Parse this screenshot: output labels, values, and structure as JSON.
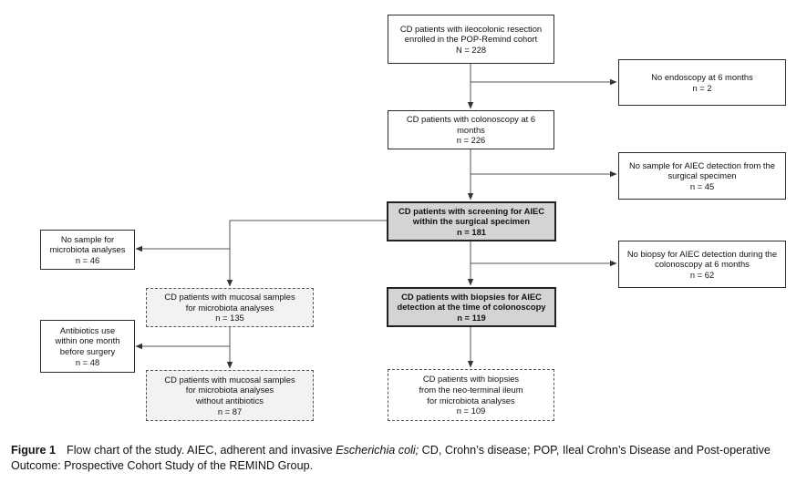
{
  "boxes": {
    "b1": [
      "CD patients with ileocolonic resection",
      "enrolled in the POP-Remind cohort",
      "N = 228"
    ],
    "b2": [
      "No endoscopy at 6 months",
      "n = 2"
    ],
    "b3": [
      "CD patients with colonoscopy at 6",
      "months",
      "n = 226"
    ],
    "b4": [
      "No sample for AIEC detection from the",
      "surgical specimen",
      "n = 45"
    ],
    "b5": [
      "CD patients with screening for AIEC",
      "within the surgical specimen",
      "n = 181"
    ],
    "b6": [
      "No sample for",
      "microbiota analyses",
      "n = 46"
    ],
    "b7": [
      "No biopsy for AIEC detection during the",
      "colonoscopy at 6 months",
      "n = 62"
    ],
    "b8": [
      "CD patients with mucosal samples",
      "for microbiota analyses",
      "n = 135"
    ],
    "b9": [
      "CD patients with biopsies for AIEC",
      "detection at the time of colonoscopy",
      "n = 119"
    ],
    "b10": [
      "Antibiotics use",
      "within one month",
      "before surgery",
      "n = 48"
    ],
    "b11": [
      "CD patients with mucosal samples",
      "for microbiota analyses",
      "without antibiotics",
      "n = 87"
    ],
    "b12": [
      "CD patients with biopsies",
      "from the neo-terminal ileum",
      "for microbiota analyses",
      "n = 109"
    ]
  },
  "caption": {
    "label": "Figure 1",
    "text_a": "Flow chart of the study. AIEC, adherent and invasive ",
    "text_italic": "Escherichia coli;",
    "text_b": " CD, Crohn’s disease; POP, Ileal Crohn’s Disease and Post-operative Outcome: Prospective Cohort Study of the REMIND Group."
  }
}
